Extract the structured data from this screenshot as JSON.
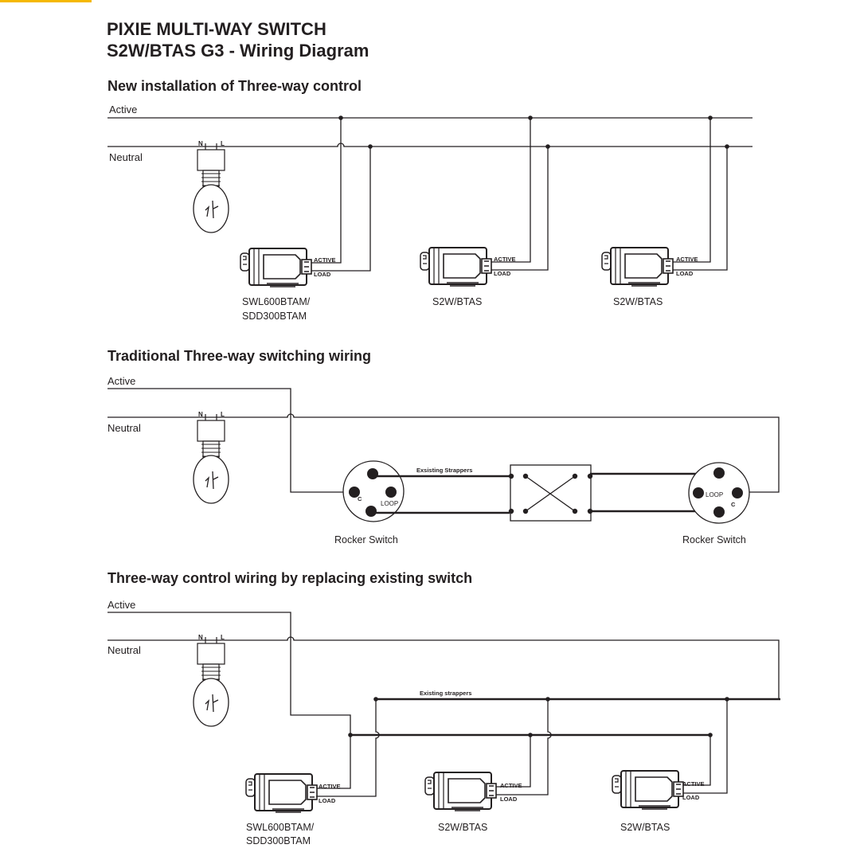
{
  "header": {
    "title_line1": "PIXIE MULTI-WAY SWITCH",
    "title_line2": "S2W/BTAS G3 - Wiring Diagram"
  },
  "colors": {
    "accent": "#f5b800",
    "ink": "#231f20"
  },
  "section1": {
    "heading": "New installation of Three-way control",
    "active_label": "Active",
    "neutral_label": "Neutral",
    "lamp": {
      "n": "N",
      "l": "L"
    },
    "devices": [
      {
        "name_line1": "SWL600BTAM/",
        "name_line2": "SDD300BTAM",
        "active": "ACTIVE",
        "load": "LOAD"
      },
      {
        "name_line1": "S2W/BTAS",
        "name_line2": "",
        "active": "ACTIVE",
        "load": "LOAD"
      },
      {
        "name_line1": "S2W/BTAS",
        "name_line2": "",
        "active": "ACTIVE",
        "load": "LOAD"
      }
    ]
  },
  "section2": {
    "heading": "Traditional Three-way switching wiring",
    "active_label": "Active",
    "neutral_label": "Neutral",
    "lamp": {
      "n": "N",
      "l": "L"
    },
    "strappers_label": "Exsisting Strappers",
    "switches": [
      {
        "name": "Rocker Switch",
        "common": "C",
        "loop": "LOOP"
      },
      {
        "name": "Rocker Switch",
        "common": "C",
        "loop": "LOOP"
      }
    ]
  },
  "section3": {
    "heading": "Three-way control wiring by replacing existing switch",
    "active_label": "Active",
    "neutral_label": "Neutral",
    "lamp": {
      "n": "N",
      "l": "L"
    },
    "strappers_label": "Existing strappers",
    "devices": [
      {
        "name_line1": "SWL600BTAM/",
        "name_line2": "SDD300BTAM",
        "active": "ACTIVE",
        "load": "LOAD"
      },
      {
        "name_line1": "S2W/BTAS",
        "name_line2": "",
        "active": "ACTIVE",
        "load": "LOAD"
      },
      {
        "name_line1": "S2W/BTAS",
        "name_line2": "",
        "active": "ACTIVE",
        "load": "LOAD"
      }
    ]
  }
}
